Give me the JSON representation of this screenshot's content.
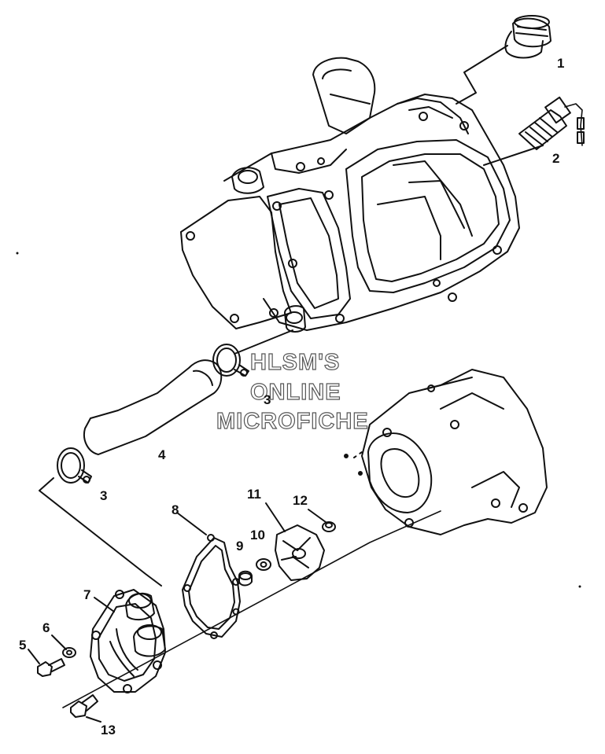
{
  "watermark": {
    "line1": "HLSM'S",
    "line2": "ONLINE",
    "line3": "MICROFICHE"
  },
  "callouts": {
    "c1": "1",
    "c2": "2",
    "c3a": "3",
    "c3b": "3",
    "c4": "4",
    "c5": "5",
    "c6": "6",
    "c7": "7",
    "c8": "8",
    "c9": "9",
    "c10": "10",
    "c11": "11",
    "c12": "12",
    "c13": "13"
  }
}
